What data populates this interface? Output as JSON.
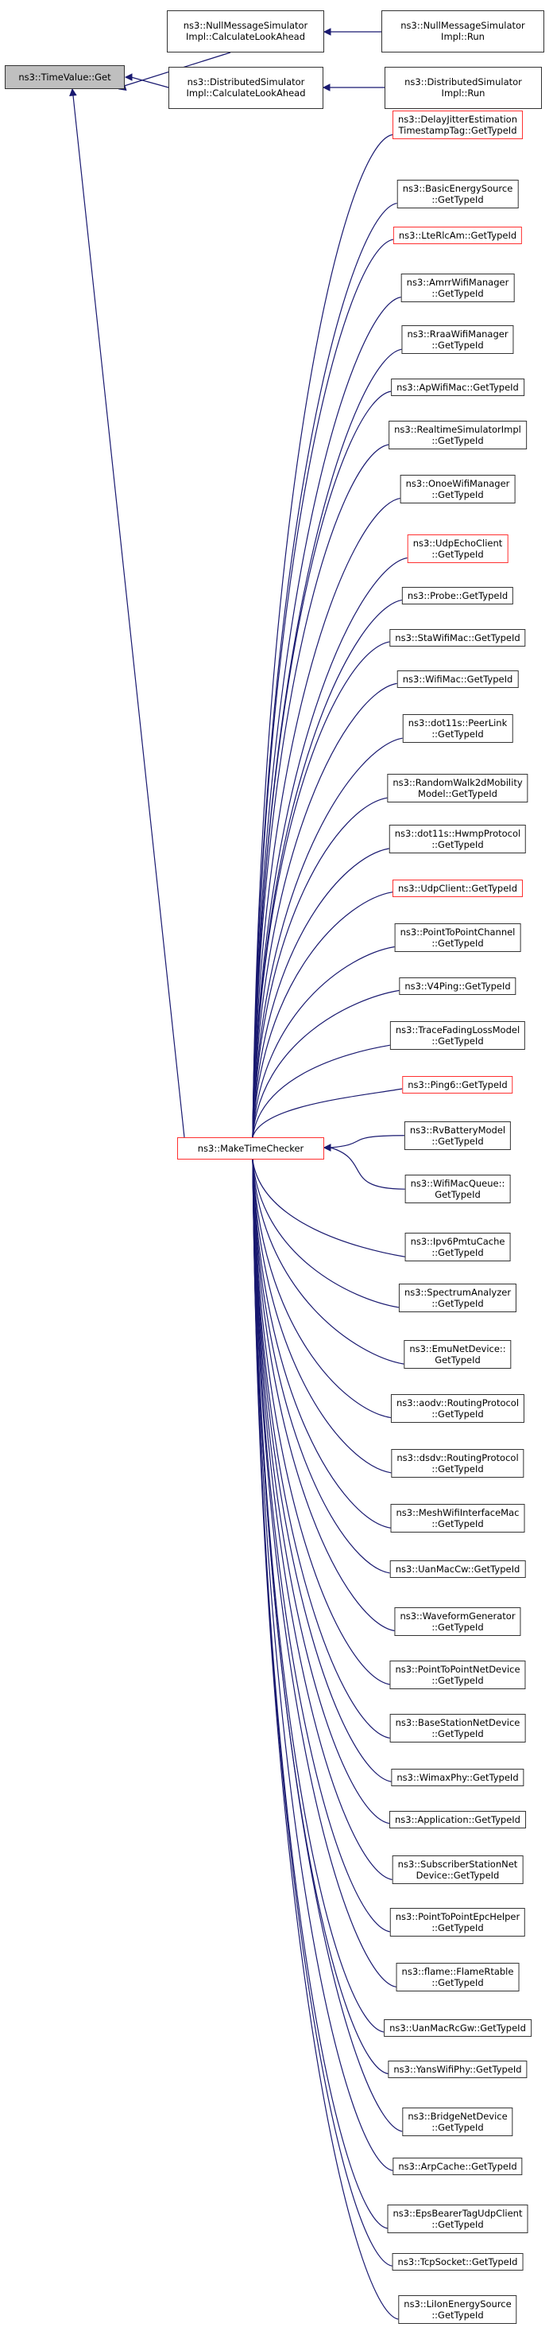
{
  "graph_type": "caller graph",
  "colors": {
    "edge": "#191970",
    "border": "#333333",
    "incomplete_border": "#ff3030",
    "root_fill": "#bfbfbf"
  },
  "root": {
    "lines": [
      "ns3::TimeValue::Get"
    ]
  },
  "look_ahead_callers": [
    {
      "lines": [
        "ns3::NullMessageSimulator",
        "Impl::CalculateLookAhead"
      ],
      "caller": {
        "lines": [
          "ns3::NullMessageSimulator",
          "Impl::Run"
        ]
      }
    },
    {
      "lines": [
        "ns3::DistributedSimulator",
        "Impl::CalculateLookAhead"
      ],
      "caller": {
        "lines": [
          "ns3::DistributedSimulator",
          "Impl::Run"
        ]
      }
    }
  ],
  "checker": {
    "lines": [
      "ns3::MakeTimeChecker"
    ],
    "incomplete": true
  },
  "checker_callers": [
    {
      "lines": [
        "ns3::DelayJitterEstimation",
        "TimestampTag::GetTypeId"
      ],
      "incomplete": true
    },
    {
      "lines": [
        "ns3::BasicEnergySource",
        "::GetTypeId"
      ]
    },
    {
      "lines": [
        "ns3::LteRlcAm::GetTypeId"
      ],
      "incomplete": true
    },
    {
      "lines": [
        "ns3::AmrrWifiManager",
        "::GetTypeId"
      ]
    },
    {
      "lines": [
        "ns3::RraaWifiManager",
        "::GetTypeId"
      ]
    },
    {
      "lines": [
        "ns3::ApWifiMac::GetTypeId"
      ]
    },
    {
      "lines": [
        "ns3::RealtimeSimulatorImpl",
        "::GetTypeId"
      ]
    },
    {
      "lines": [
        "ns3::OnoeWifiManager",
        "::GetTypeId"
      ]
    },
    {
      "lines": [
        "ns3::UdpEchoClient",
        "::GetTypeId"
      ],
      "incomplete": true
    },
    {
      "lines": [
        "ns3::Probe::GetTypeId"
      ]
    },
    {
      "lines": [
        "ns3::StaWifiMac::GetTypeId"
      ]
    },
    {
      "lines": [
        "ns3::WifiMac::GetTypeId"
      ]
    },
    {
      "lines": [
        "ns3::dot11s::PeerLink",
        "::GetTypeId"
      ]
    },
    {
      "lines": [
        "ns3::RandomWalk2dMobility",
        "Model::GetTypeId"
      ]
    },
    {
      "lines": [
        "ns3::dot11s::HwmpProtocol",
        "::GetTypeId"
      ]
    },
    {
      "lines": [
        "ns3::UdpClient::GetTypeId"
      ],
      "incomplete": true
    },
    {
      "lines": [
        "ns3::PointToPointChannel",
        "::GetTypeId"
      ]
    },
    {
      "lines": [
        "ns3::V4Ping::GetTypeId"
      ]
    },
    {
      "lines": [
        "ns3::TraceFadingLossModel",
        "::GetTypeId"
      ]
    },
    {
      "lines": [
        "ns3::Ping6::GetTypeId"
      ],
      "incomplete": true
    },
    {
      "lines": [
        "ns3::RvBatteryModel",
        "::GetTypeId"
      ]
    },
    {
      "lines": [
        "ns3::WifiMacQueue::",
        "GetTypeId"
      ]
    },
    {
      "lines": [
        "ns3::Ipv6PmtuCache",
        "::GetTypeId"
      ]
    },
    {
      "lines": [
        "ns3::SpectrumAnalyzer",
        "::GetTypeId"
      ]
    },
    {
      "lines": [
        "ns3::EmuNetDevice::",
        "GetTypeId"
      ]
    },
    {
      "lines": [
        "ns3::aodv::RoutingProtocol",
        "::GetTypeId"
      ]
    },
    {
      "lines": [
        "ns3::dsdv::RoutingProtocol",
        "::GetTypeId"
      ]
    },
    {
      "lines": [
        "ns3::MeshWifiInterfaceMac",
        "::GetTypeId"
      ]
    },
    {
      "lines": [
        "ns3::UanMacCw::GetTypeId"
      ]
    },
    {
      "lines": [
        "ns3::WaveformGenerator",
        "::GetTypeId"
      ]
    },
    {
      "lines": [
        "ns3::PointToPointNetDevice",
        "::GetTypeId"
      ]
    },
    {
      "lines": [
        "ns3::BaseStationNetDevice",
        "::GetTypeId"
      ]
    },
    {
      "lines": [
        "ns3::WimaxPhy::GetTypeId"
      ]
    },
    {
      "lines": [
        "ns3::Application::GetTypeId"
      ]
    },
    {
      "lines": [
        "ns3::SubscriberStationNet",
        "Device::GetTypeId"
      ]
    },
    {
      "lines": [
        "ns3::PointToPointEpcHelper",
        "::GetTypeId"
      ]
    },
    {
      "lines": [
        "ns3::flame::FlameRtable",
        "::GetTypeId"
      ]
    },
    {
      "lines": [
        "ns3::UanMacRcGw::GetTypeId"
      ]
    },
    {
      "lines": [
        "ns3::YansWifiPhy::GetTypeId"
      ]
    },
    {
      "lines": [
        "ns3::BridgeNetDevice",
        "::GetTypeId"
      ]
    },
    {
      "lines": [
        "ns3::ArpCache::GetTypeId"
      ]
    },
    {
      "lines": [
        "ns3::EpsBearerTagUdpClient",
        "::GetTypeId"
      ]
    },
    {
      "lines": [
        "ns3::TcpSocket::GetTypeId"
      ]
    },
    {
      "lines": [
        "ns3::LiIonEnergySource",
        "::GetTypeId"
      ]
    }
  ]
}
